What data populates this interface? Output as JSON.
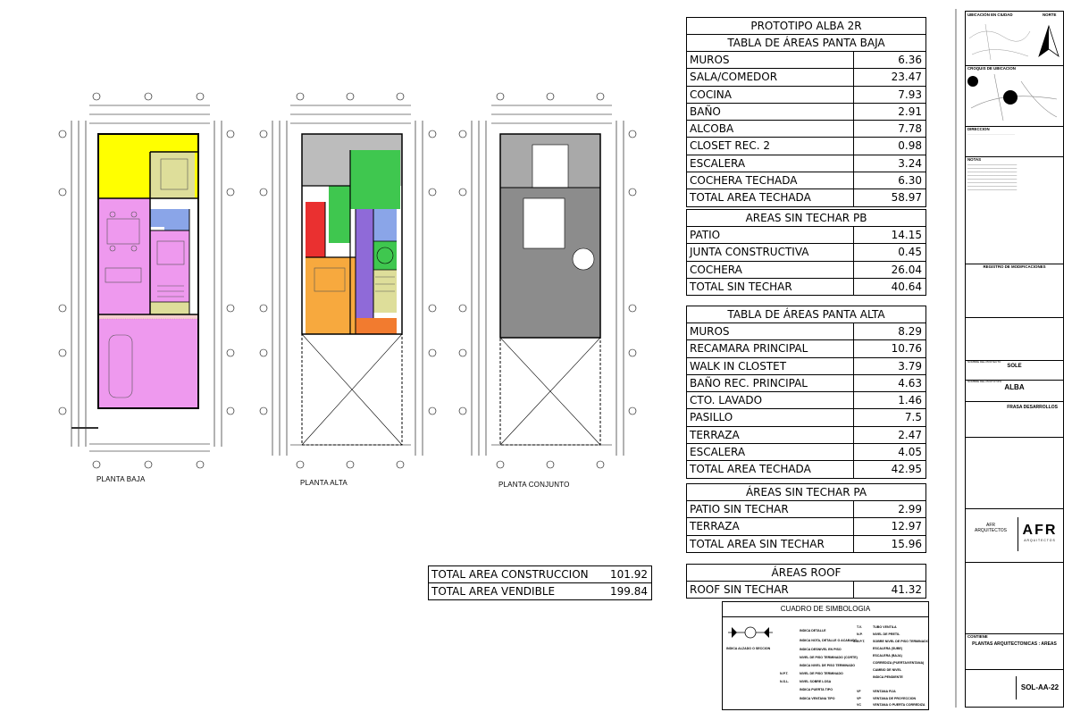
{
  "plans": {
    "baja_label": "PLANTA BAJA",
    "alta_label": "PLANTA ALTA",
    "conjunto_label": "PLANTA CONJUNTO"
  },
  "table_pb": {
    "title1": "PROTOTIPO ALBA 2R",
    "title2": "TABLA DE ÁREAS PANTA BAJA",
    "rows": [
      {
        "label": "MUROS",
        "value": "6.36"
      },
      {
        "label": "SALA/COMEDOR",
        "value": "23.47"
      },
      {
        "label": "COCINA",
        "value": "7.93"
      },
      {
        "label": "BAÑO",
        "value": "2.91"
      },
      {
        "label": "ALCOBA",
        "value": "7.78"
      },
      {
        "label": "CLOSET REC. 2",
        "value": "0.98"
      },
      {
        "label": "ESCALERA",
        "value": "3.24"
      },
      {
        "label": "COCHERA TECHADA",
        "value": "6.30"
      },
      {
        "label": "TOTAL AREA TECHADA",
        "value": "58.97"
      }
    ]
  },
  "table_sin_pb": {
    "title": "AREAS SIN TECHAR PB",
    "rows": [
      {
        "label": "PATIO",
        "value": "14.15"
      },
      {
        "label": "JUNTA CONSTRUCTIVA",
        "value": "0.45"
      },
      {
        "label": "COCHERA",
        "value": "26.04"
      },
      {
        "label": "TOTAL SIN TECHAR",
        "value": "40.64"
      }
    ]
  },
  "table_pa": {
    "title": "TABLA DE ÁREAS PANTA ALTA",
    "rows": [
      {
        "label": "MUROS",
        "value": "8.29"
      },
      {
        "label": "RECAMARA PRINCIPAL",
        "value": "10.76"
      },
      {
        "label": "WALK IN CLOSTET",
        "value": "3.79"
      },
      {
        "label": "BAÑO REC. PRINCIPAL",
        "value": "4.63"
      },
      {
        "label": "CTO. LAVADO",
        "value": "1.46"
      },
      {
        "label": "PASILLO",
        "value": "7.5"
      },
      {
        "label": "TERRAZA",
        "value": "2.47"
      },
      {
        "label": "ESCALERA",
        "value": "4.05"
      },
      {
        "label": "TOTAL AREA TECHADA",
        "value": "42.95"
      }
    ]
  },
  "table_sin_pa": {
    "title": "ÁREAS SIN TECHAR PA",
    "rows": [
      {
        "label": "PATIO SIN TECHAR",
        "value": "2.99"
      },
      {
        "label": "TERRAZA",
        "value": "12.97"
      },
      {
        "label": "TOTAL AREA SIN TECHAR",
        "value": "15.96"
      }
    ]
  },
  "table_roof": {
    "title": "ÁREAS ROOF",
    "rows": [
      {
        "label": "ROOF SIN TECHAR",
        "value": "41.32"
      }
    ]
  },
  "totals": {
    "rows": [
      {
        "label": "TOTAL AREA CONSTRUCCION",
        "value": "101.92"
      },
      {
        "label": "TOTAL AREA VENDIBLE",
        "value": "199.84"
      }
    ]
  },
  "legend": {
    "title": "CUADRO DE SIMBOLOGIA",
    "left_items": [
      "INDICA DETALLE",
      "INDICA NOTA, DETALLE O ACABADO",
      "INDICA DESNIVEL EN PISO",
      "NIVEL DE PISO TERMINADO (CORTE)",
      "INDICA NIVEL DE PISO TERMINADO",
      "NIVEL DE PISO TERMINADO",
      "NIVEL SOBRE LOSA",
      "INDICA PUERTA TIPO",
      "INDICA VENTANA TIPO"
    ],
    "left_codes": [
      "",
      "",
      "",
      "",
      "",
      "N.P.T.",
      "N.S.L.",
      "",
      ""
    ],
    "right_codes": [
      "T.V.",
      "N.P.",
      "S.M.P.T.",
      "",
      "",
      "",
      "",
      "VF",
      "VP",
      "VC"
    ],
    "right_items": [
      "TUBO VENTILA",
      "NIVEL DE PRETIL",
      "SOBRE NIVEL DE PISO TERMINADO",
      "ESCALERA (SUBE)",
      "ESCALERA (BAJA)",
      "CORREDIZA (PUERTA/VENTANA)",
      "CAMBIO DE NIVEL",
      "INDICA PENDIENTE",
      "VENTANA FIJA",
      "VENTANA DE PROYECCION",
      "VENTANA O PUERTA CORREDIZA"
    ],
    "corte_label": "INDICA ALZADO O SECCION"
  },
  "titleblock": {
    "ubicacion": "UBICACIÓN EN CIUDAD",
    "norte": "NORTE",
    "croquis": "CROQUIS DE UBICACION",
    "direccion": "DIRECCION",
    "notas": "NOTAS",
    "registro": "REGISTRO DE MODIFICACIONES",
    "proyecto_label": "NOMBRE DEL PROYECTO",
    "proyecto": "SOLE",
    "prototipo_label": "NOMBRE DEL PROTOTIPO",
    "prototipo": "ALBA",
    "propietario": "FRASA DESARROLLOS",
    "firm_name": "AFR\nARQUITECTOS",
    "firm_logo": "AFR",
    "firm_sub": "ARQUITECTOS",
    "contiene": "CONTIENE",
    "contenido": "PLANTAS ARQUITECTONICAS : AREAS",
    "sheet": "SOL-AA-22"
  },
  "colors": {
    "yellow": "#ffff00",
    "pink": "#ee99ee",
    "olive": "#dede9a",
    "blue": "#8aa5e8",
    "green": "#3fc74f",
    "red": "#ea3030",
    "orange": "#f7a93e",
    "purple": "#8f6ad8",
    "gray": "#8c8c8c"
  }
}
